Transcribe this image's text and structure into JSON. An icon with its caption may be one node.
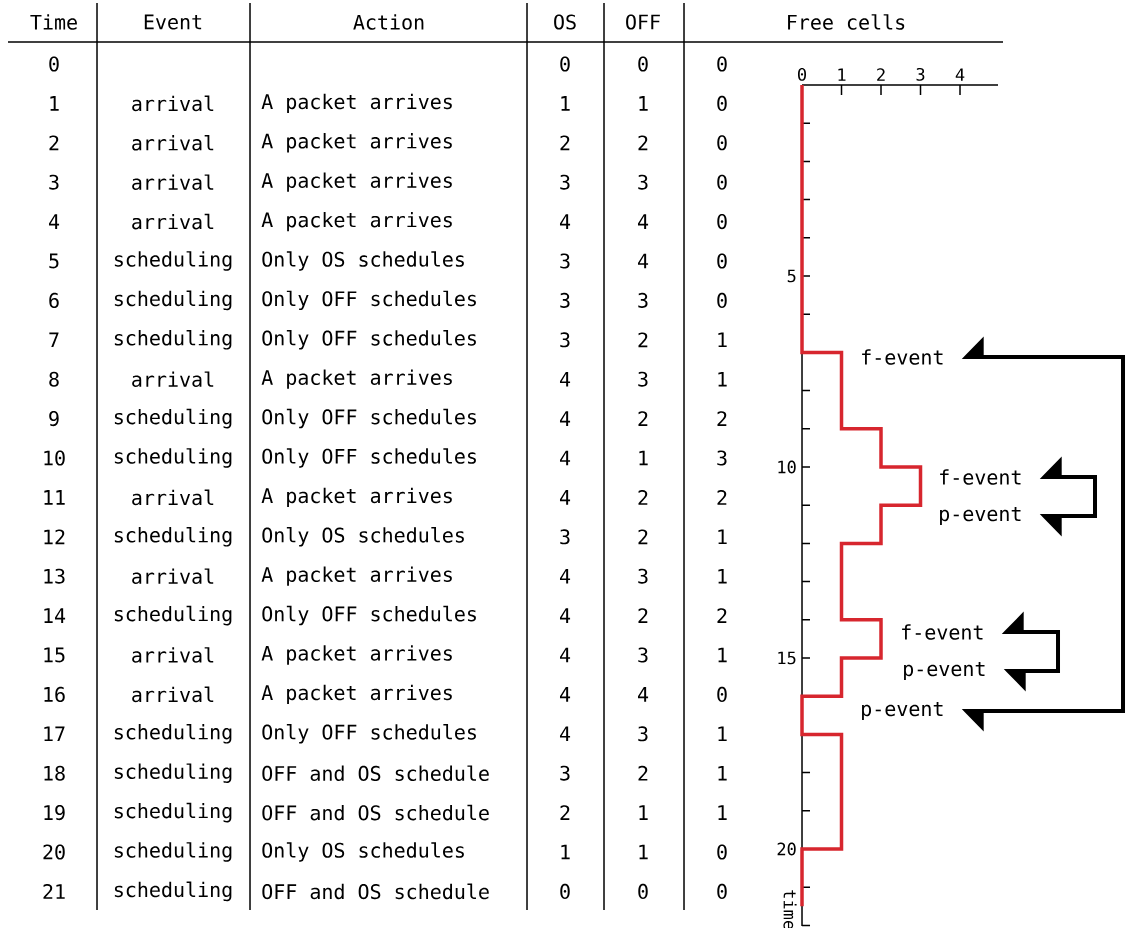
{
  "diagram": {
    "nodes": [
      {
        "text": [
          "f-event"
        ]
      },
      {
        "text": [
          "f-event"
        ]
      },
      {
        "text": [
          "p-event"
        ]
      },
      {
        "text": [
          "f-event"
        ]
      },
      {
        "text": [
          "p-event"
        ]
      },
      {
        "text": [
          "p-event"
        ]
      }
    ],
    "edges": [
      {
        "from": 5,
        "to": 0,
        "arrow": "both"
      },
      {
        "from": 2,
        "to": 1,
        "arrow": "both"
      },
      {
        "from": 4,
        "to": 3,
        "arrow": "both"
      }
    ],
    "labels": [
      "Time",
      "Event",
      "Action",
      "OS",
      "OFF",
      "Free cells",
      "0",
      "0",
      "0",
      "0",
      "1",
      "arrival",
      "A packet arrives",
      "1",
      "1",
      "0",
      "2",
      "arrival",
      "A packet arrives",
      "2",
      "2",
      "0",
      "3",
      "arrival",
      "A packet arrives",
      "3",
      "3",
      "0",
      "4",
      "arrival",
      "A packet arrives",
      "4",
      "4",
      "0",
      "5",
      "scheduling",
      "Only OS schedules",
      "3",
      "4",
      "0",
      "6",
      "scheduling",
      "Only OFF schedules",
      "3",
      "3",
      "0",
      "7",
      "scheduling",
      "Only OFF schedules",
      "3",
      "2",
      "1",
      "8",
      "arrival",
      "A packet arrives",
      "4",
      "3",
      "1",
      "9",
      "scheduling",
      "Only OFF schedules",
      "4",
      "2",
      "2",
      "10",
      "scheduling",
      "Only OFF schedules",
      "4",
      "1",
      "3",
      "11",
      "arrival",
      "A packet arrives",
      "4",
      "2",
      "2",
      "12",
      "scheduling",
      "Only OS schedules",
      "3",
      "2",
      "1",
      "13",
      "arrival",
      "A packet arrives",
      "4",
      "3",
      "1",
      "14",
      "scheduling",
      "Only OFF schedules",
      "4",
      "2",
      "2",
      "15",
      "arrival",
      "A packet arrives",
      "4",
      "3",
      "1",
      "16",
      "arrival",
      "A packet arrives",
      "4",
      "4",
      "0",
      "17",
      "scheduling",
      "Only OFF schedules",
      "4",
      "3",
      "1",
      "18",
      "scheduling",
      "OFF and OS schedule",
      "3",
      "2",
      "1",
      "19",
      "scheduling",
      "OFF and OS schedule",
      "2",
      "1",
      "1",
      "20",
      "scheduling",
      "Only OS schedules",
      "1",
      "1",
      "0",
      "21",
      "scheduling",
      "OFF and OS schedule",
      "0",
      "0",
      "0",
      "0",
      "1",
      "2",
      "3",
      "4",
      "5",
      "10",
      "15",
      "20",
      "time"
    ]
  }
}
